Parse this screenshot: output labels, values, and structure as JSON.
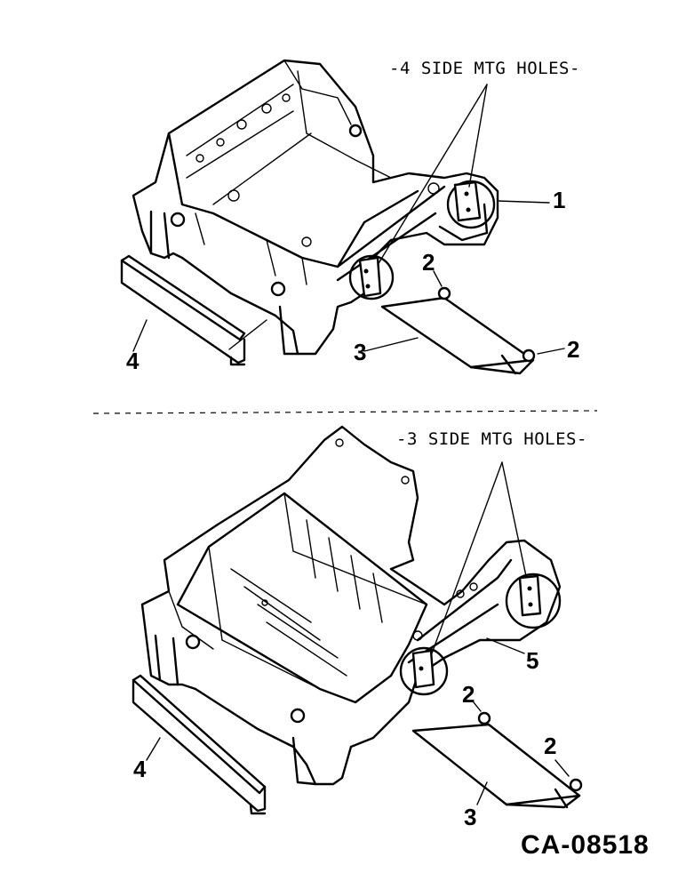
{
  "top_view": {
    "caption": "-4 SIDE MTG HOLES-",
    "callouts": {
      "c1": "1",
      "c2a": "2",
      "c2b": "2",
      "c3": "3",
      "c4": "4"
    }
  },
  "bottom_view": {
    "caption": "-3 SIDE MTG HOLES-",
    "callouts": {
      "c2a": "2",
      "c2b": "2",
      "c3": "3",
      "c4": "4",
      "c5": "5"
    }
  },
  "drawing_id": "CA-08518"
}
